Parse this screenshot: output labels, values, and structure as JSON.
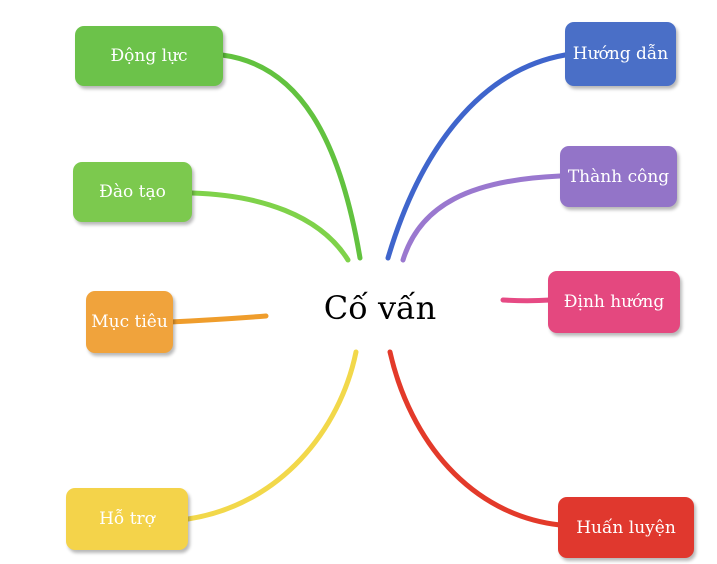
{
  "center": {
    "label": "Cố vấn"
  },
  "nodes": [
    {
      "id": "dong-luc",
      "label": "Động lực",
      "color": "#6cc24a",
      "line_color": "#62c23f"
    },
    {
      "id": "dao-tao",
      "label": "Đào tạo",
      "color": "#7cc94e",
      "line_color": "#7fd24a"
    },
    {
      "id": "muc-tieu",
      "label": "Mục tiêu",
      "color": "#f0a33c",
      "line_color": "#ef9d2c"
    },
    {
      "id": "ho-tro",
      "label": "Hỗ trợ",
      "color": "#f4d34a",
      "line_color": "#f2d84a"
    },
    {
      "id": "huong-dan",
      "label": "Hướng dẫn",
      "color": "#4a6fc7",
      "line_color": "#3f65cc"
    },
    {
      "id": "thanh-cong",
      "label": "Thành công",
      "color": "#9374c8",
      "line_color": "#9a78cf"
    },
    {
      "id": "dinh-huong",
      "label": "Định hướng",
      "color": "#e4487f",
      "line_color": "#e64a84"
    },
    {
      "id": "huan-luyen",
      "label": "Huấn luyện",
      "color": "#e0382e",
      "line_color": "#e33a2a"
    }
  ]
}
